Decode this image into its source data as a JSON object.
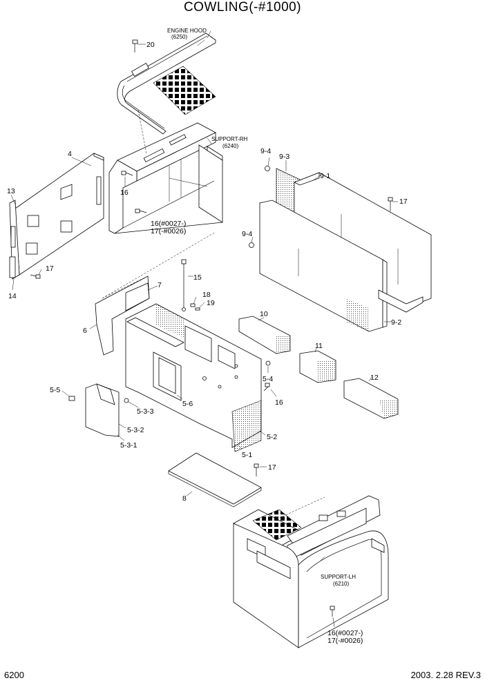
{
  "title": "COWLING(-#1000)",
  "footer": {
    "page": "6200",
    "date_rev": "2003. 2.28  REV.3"
  },
  "assemblies": {
    "engine_hood": {
      "name": "ENGINE HOOD",
      "code": "(6250)"
    },
    "support_rh": {
      "name": "SUPPORT-RH",
      "code": "(6240)"
    },
    "support_lh": {
      "name": "SUPPORT-LH",
      "code": "(6210)"
    }
  },
  "callouts": {
    "c20": "20",
    "c4": "4",
    "c13": "13",
    "c16a": "16",
    "c14": "14",
    "c17a": "17",
    "c16_serial_a": "16(#0027-)",
    "c17_serial_a": "17(-#0026)",
    "c9_4a": "9-4",
    "c9_3": "9-3",
    "c9_1": "9-1",
    "c17b": "17",
    "c9_4b": "9-4",
    "c9_2": "9-2",
    "c15": "15",
    "c7": "7",
    "c18": "18",
    "c19": "19",
    "c6": "6",
    "c10": "10",
    "c11": "11",
    "c12": "12",
    "c5_4": "5-4",
    "c16b": "16",
    "c5_5": "5-5",
    "c5_6": "5-6",
    "c5_3_3": "5-3-3",
    "c5_3_2": "5-3-2",
    "c5_3_1": "5-3-1",
    "c5_2": "5-2",
    "c5_1": "5-1",
    "c17c": "17",
    "c8": "8",
    "c16_serial_b": "16(#0027-)",
    "c17_serial_b": "17(-#0026)"
  }
}
